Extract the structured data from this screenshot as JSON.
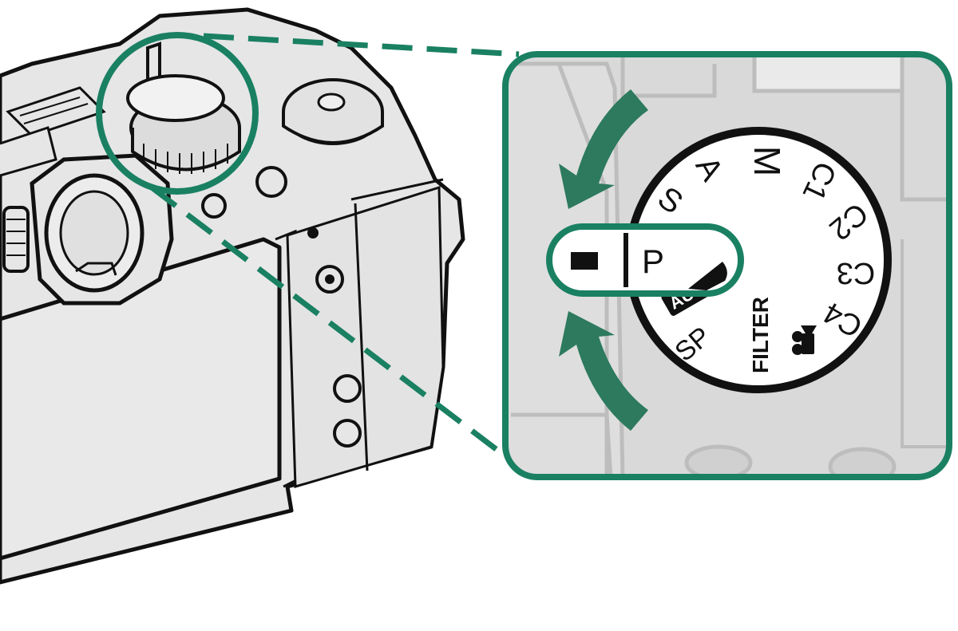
{
  "colors": {
    "accent": "#1a8062",
    "arrow": "#2d7a5e",
    "outline": "#111111",
    "body_fill": "#e6e6e6",
    "inset_fill": "#d9d9d9",
    "light_gray": "#bdbdbd"
  },
  "dial": {
    "selected_label": "P",
    "labels": {
      "m": "M",
      "a": "A",
      "s": "S",
      "sp": "SP",
      "auto": "AUTO",
      "filter": "FILTER",
      "c1": "C1",
      "c2": "C2",
      "c3": "C3",
      "c4": "C4"
    },
    "movie_icon": "movie-camera-icon"
  },
  "arrows": {
    "top": "curved-arrow-down-icon",
    "bottom": "curved-arrow-up-icon"
  }
}
